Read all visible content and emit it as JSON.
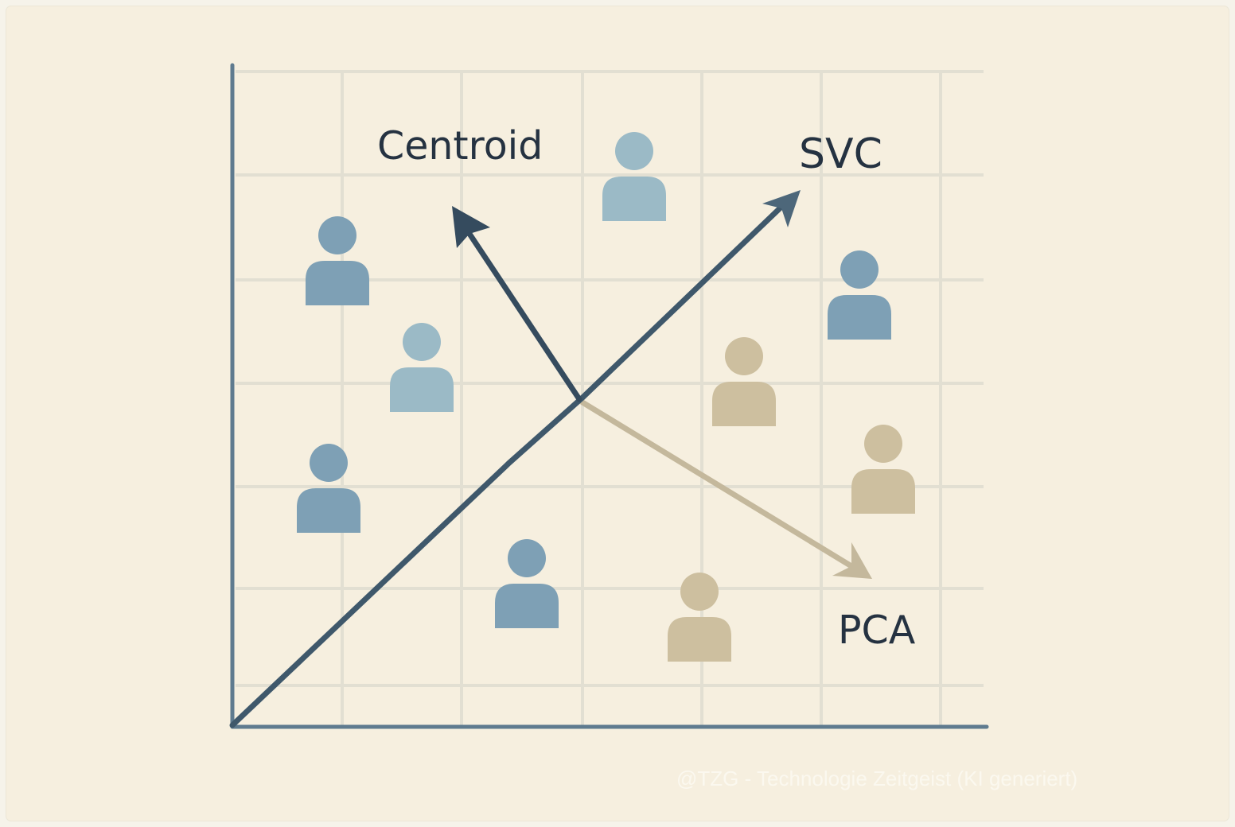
{
  "diagram": {
    "labels": {
      "centroid": "Centroid",
      "svc": "SVC",
      "pca": "PCA"
    },
    "watermark": "@TZG - Technologie Zeitgeist (KI generiert)",
    "colors": {
      "background": "#f6efdf",
      "grid": "#e2dfd2",
      "axis": "#5f7b8f",
      "centroid_arrow": "#354b5e",
      "svc_arrow": "#3f586b",
      "pca_arrow": "#c4b89c",
      "person_blue": "#7ea0b5",
      "person_light_blue": "#9bbac6",
      "person_tan": "#cdbf9f",
      "label": "#253241"
    },
    "icons": [
      "person-icon"
    ],
    "people": [
      {
        "color": "person_blue"
      },
      {
        "color": "person_light_blue"
      },
      {
        "color": "person_blue"
      },
      {
        "color": "person_blue"
      },
      {
        "color": "person_light_blue"
      },
      {
        "color": "person_blue"
      },
      {
        "color": "person_tan"
      },
      {
        "color": "person_tan"
      },
      {
        "color": "person_tan"
      }
    ]
  }
}
